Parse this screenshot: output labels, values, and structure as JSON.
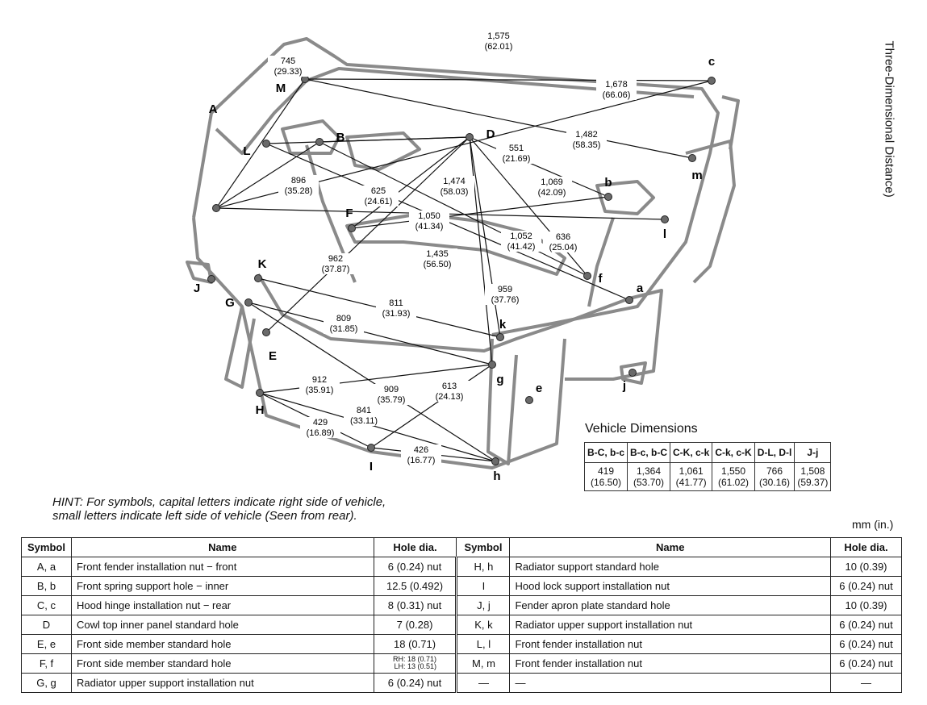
{
  "diagram": {
    "side_title": "Three-Dimensional Distance)",
    "points": [
      {
        "label": "A"
      },
      {
        "label": "M"
      },
      {
        "label": "L"
      },
      {
        "label": "B"
      },
      {
        "label": "D"
      },
      {
        "label": "c"
      },
      {
        "label": "m"
      },
      {
        "label": "b"
      },
      {
        "label": "l"
      },
      {
        "label": "F"
      },
      {
        "label": "f"
      },
      {
        "label": "a"
      },
      {
        "label": "K"
      },
      {
        "label": "J"
      },
      {
        "label": "G"
      },
      {
        "label": "E"
      },
      {
        "label": "k"
      },
      {
        "label": "g"
      },
      {
        "label": "e"
      },
      {
        "label": "j"
      },
      {
        "label": "H"
      },
      {
        "label": "I"
      },
      {
        "label": "h"
      }
    ],
    "dimensions": [
      {
        "mm": "745",
        "in": "(29.33)"
      },
      {
        "mm": "1,575",
        "in": "(62.01)"
      },
      {
        "mm": "1,678",
        "in": "(66.06)"
      },
      {
        "mm": "1,482",
        "in": "(58.35)"
      },
      {
        "mm": "551",
        "in": "(21.69)"
      },
      {
        "mm": "896",
        "in": "(35.28)"
      },
      {
        "mm": "625",
        "in": "(24.61)"
      },
      {
        "mm": "1,474",
        "in": "(58.03)"
      },
      {
        "mm": "1,069",
        "in": "(42.09)"
      },
      {
        "mm": "1,050",
        "in": "(41.34)"
      },
      {
        "mm": "1,052",
        "in": "(41.42)"
      },
      {
        "mm": "636",
        "in": "(25.04)"
      },
      {
        "mm": "1,435",
        "in": "(56.50)"
      },
      {
        "mm": "962",
        "in": "(37.87)"
      },
      {
        "mm": "959",
        "in": "(37.76)"
      },
      {
        "mm": "811",
        "in": "(31.93)"
      },
      {
        "mm": "809",
        "in": "(31.85)"
      },
      {
        "mm": "912",
        "in": "(35.91)"
      },
      {
        "mm": "909",
        "in": "(35.79)"
      },
      {
        "mm": "613",
        "in": "(24.13)"
      },
      {
        "mm": "841",
        "in": "(33.11)"
      },
      {
        "mm": "429",
        "in": "(16.89)"
      },
      {
        "mm": "426",
        "in": "(16.77)"
      }
    ]
  },
  "vehicle_dimensions": {
    "title": "Vehicle Dimensions",
    "columns": [
      {
        "header": "B-C, b-c",
        "mm": "419",
        "in": "(16.50)"
      },
      {
        "header": "B-c, b-C",
        "mm": "1,364",
        "in": "(53.70)"
      },
      {
        "header": "C-K, c-k",
        "mm": "1,061",
        "in": "(41.77)"
      },
      {
        "header": "C-k, c-K",
        "mm": "1,550",
        "in": "(61.02)"
      },
      {
        "header": "D-L, D-l",
        "mm": "766",
        "in": "(30.16)"
      },
      {
        "header": "J-j",
        "mm": "1,508",
        "in": "(59.37)"
      }
    ]
  },
  "hint": {
    "line1": "HINT:    For symbols, capital letters indicate right side of vehicle,",
    "line2": "small letters indicate left side of vehicle (Seen from rear)."
  },
  "unit": "mm (in.)",
  "legend": {
    "headers": {
      "symbol": "Symbol",
      "name": "Name",
      "hole": "Hole dia."
    },
    "left": [
      {
        "symbol": "A, a",
        "name": "Front fender installation nut − front",
        "hole": "6 (0.24) nut"
      },
      {
        "symbol": "B, b",
        "name": "Front spring support hole − inner",
        "hole": "12.5 (0.492)"
      },
      {
        "symbol": "C, c",
        "name": "Hood hinge installation nut − rear",
        "hole": "8 (0.31) nut"
      },
      {
        "symbol": "D",
        "name": "Cowl top inner panel standard hole",
        "hole": "7 (0.28)"
      },
      {
        "symbol": "E, e",
        "name": "Front side member standard hole",
        "hole": "18 (0.71)"
      },
      {
        "symbol": "F, f",
        "name": "Front side member standard hole",
        "hole_rh": "RH:  18 (0.71)",
        "hole_lh": "LH:  13 (0.51)"
      },
      {
        "symbol": "G, g",
        "name": "Radiator upper support installation nut",
        "hole": "6 (0.24) nut"
      }
    ],
    "right": [
      {
        "symbol": "H, h",
        "name": "Radiator support standard hole",
        "hole": "10 (0.39)"
      },
      {
        "symbol": "I",
        "name": "Hood lock support installation nut",
        "hole": "6 (0.24) nut"
      },
      {
        "symbol": "J, j",
        "name": "Fender apron plate standard hole",
        "hole": "10 (0.39)"
      },
      {
        "symbol": "K, k",
        "name": "Radiator upper support installation nut",
        "hole": "6 (0.24) nut"
      },
      {
        "symbol": "L, l",
        "name": "Front fender installation nut",
        "hole": "6 (0.24) nut"
      },
      {
        "symbol": "M, m",
        "name": "Front fender installation nut",
        "hole": "6 (0.24) nut"
      },
      {
        "symbol": "—",
        "name": "—",
        "hole": "—"
      }
    ]
  }
}
